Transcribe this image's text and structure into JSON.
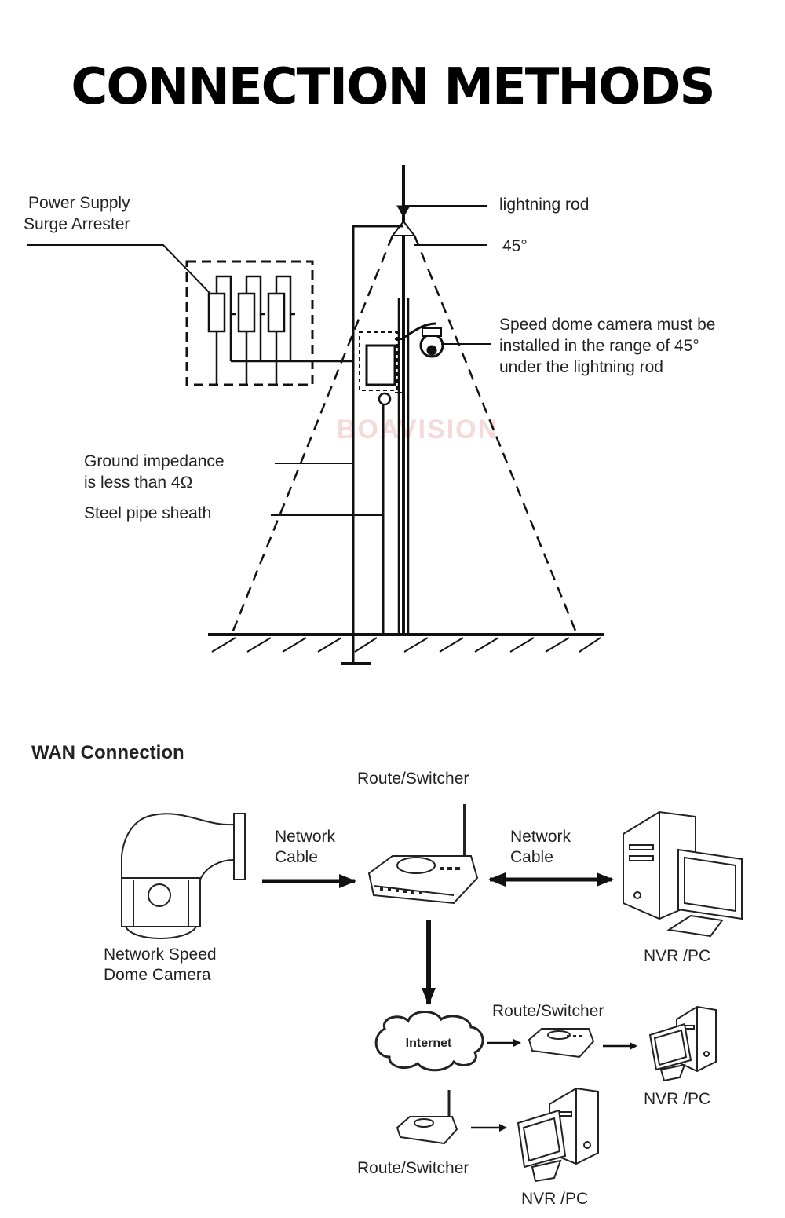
{
  "page": {
    "title": "CONNECTION METHODS",
    "watermark": "BOAVISION"
  },
  "lightning": {
    "labels": {
      "power_supply_line1": "Power Supply",
      "power_supply_line2": "Surge Arrester",
      "lightning_rod": "lightning rod",
      "angle": "45°",
      "speed_dome_line1": "Speed dome camera must be",
      "speed_dome_line2": "installed in the range of 45°",
      "speed_dome_line3": "under the lightning rod",
      "ground_line1": "Ground impedance",
      "ground_line2": "is less than 4Ω",
      "steel_pipe": "Steel pipe sheath"
    }
  },
  "wan": {
    "heading": "WAN Connection",
    "router_top": "Route/Switcher",
    "cable_left_line1": "Network",
    "cable_left_line2": "Cable",
    "cable_right_line1": "Network",
    "cable_right_line2": "Cable",
    "camera_line1": "Network Speed",
    "camera_line2": "Dome Camera",
    "nvr_top": "NVR /PC",
    "internet": "Internet",
    "router_mid": "Route/Switcher",
    "nvr_mid": "NVR /PC",
    "router_bottom": "Route/Switcher",
    "nvr_bottom": "NVR /PC"
  },
  "colors": {
    "ink": "#111111",
    "label": "#222222",
    "watermark": "#f3d6d6"
  }
}
